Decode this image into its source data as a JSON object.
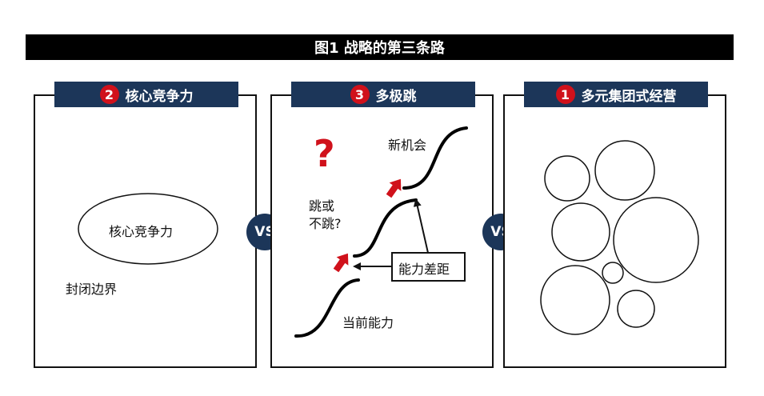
{
  "figure_title": "图1  战略的第三条路",
  "panels": [
    {
      "number": "2",
      "title": "核心竞争力",
      "oval_label": "核心竞争力",
      "boundary_label": "封闭边界"
    },
    {
      "number": "3",
      "title": "多极跳",
      "question_mark": "?",
      "jump_question_line1": "跳或",
      "jump_question_line2": "不跳?",
      "new_opportunity": "新机会",
      "capability_gap": "能力差距",
      "current_capability": "当前能力"
    },
    {
      "number": "1",
      "title": "多元集团式经营"
    }
  ],
  "vs_label": "VS",
  "colors": {
    "navy": "#1c3659",
    "red": "#d0111b",
    "black": "#000000"
  }
}
